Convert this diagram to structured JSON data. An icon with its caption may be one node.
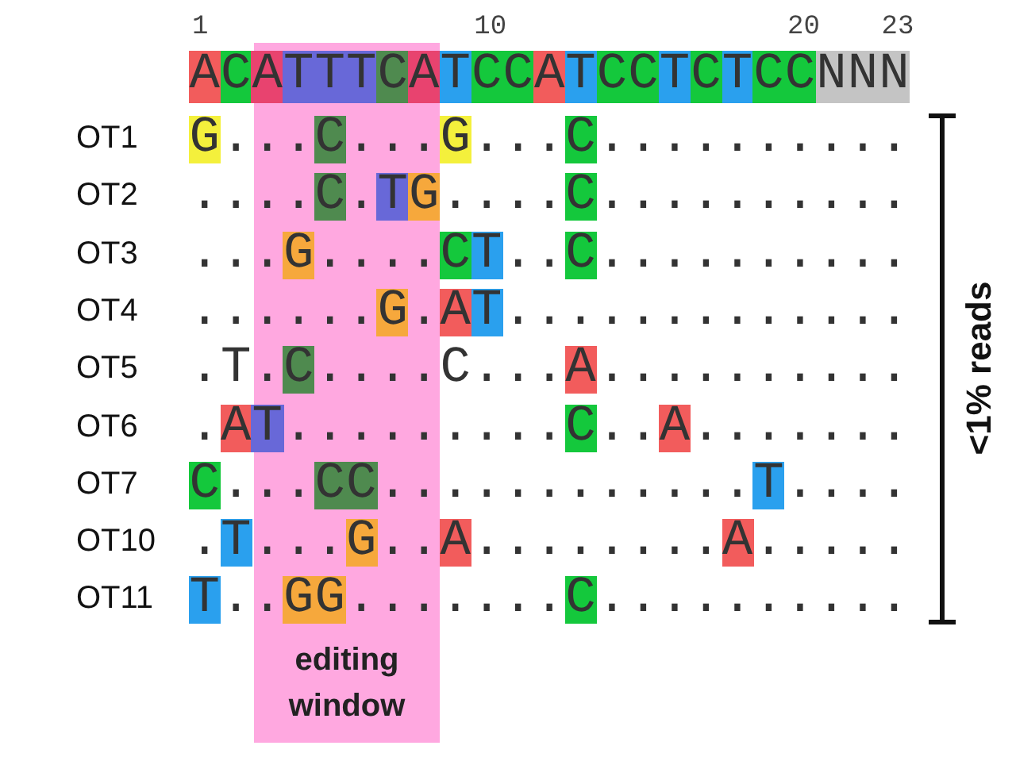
{
  "diagram": {
    "nodes": [
      {
        "text": [
          "editing window"
        ]
      }
    ],
    "labels": [
      "1",
      "10",
      "20",
      "23",
      "ACATTTCATCCATCCTCTCCNNN",
      "OT1",
      "G...C...G...C..........",
      "OT2",
      "....C.TG....C..........",
      "OT3",
      "...G....CT..C..........",
      "OT4",
      "......G.AT.............",
      "OT5",
      ".T.C....C...A..........",
      "OT6",
      ".AT.........C..A.......",
      "OT7",
      "C...CC............T....",
      "OT10",
      ".T...G..A........A.....",
      "OT11",
      "T..GG.......C..........",
      "<1% reads"
    ]
  }
}
